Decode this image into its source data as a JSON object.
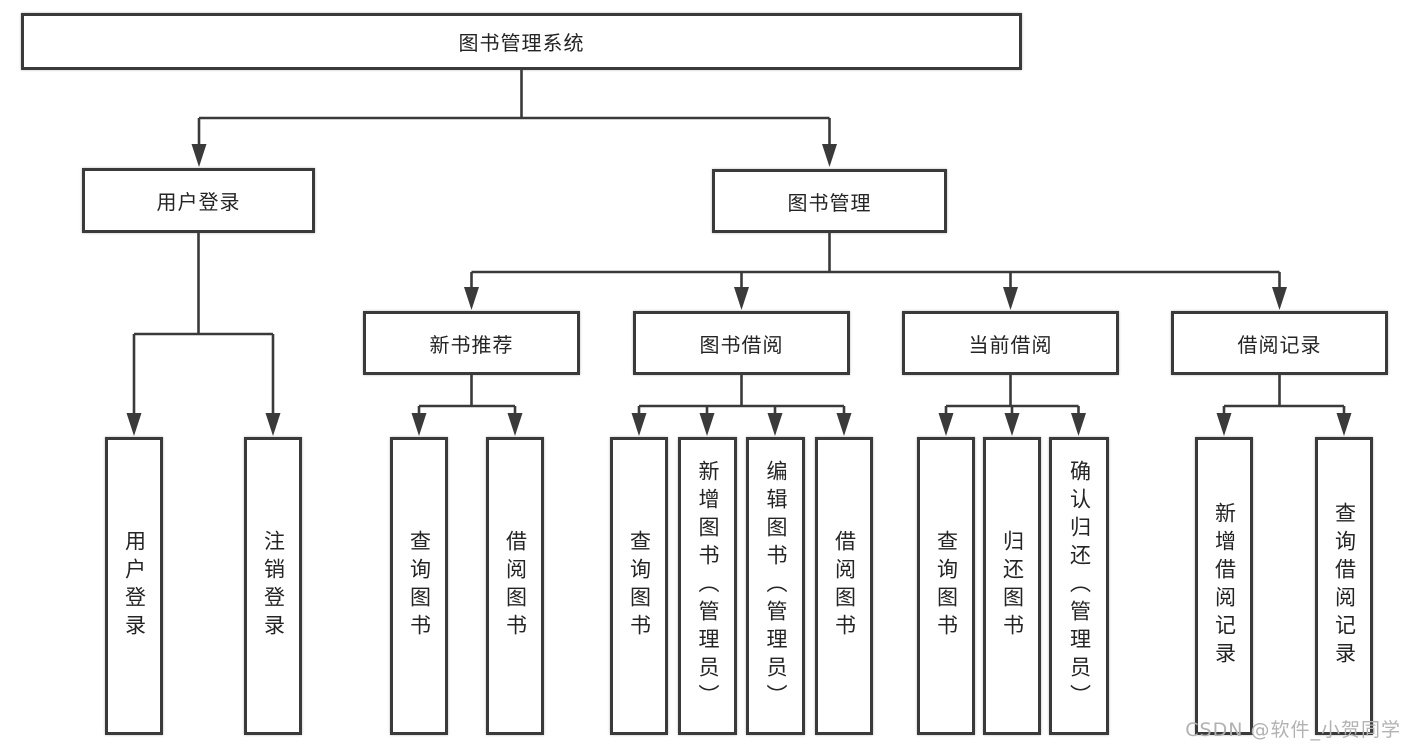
{
  "diagram": {
    "root": {
      "label": "图书管理系统"
    },
    "level2": [
      {
        "id": "user-login",
        "label": "用户登录"
      },
      {
        "id": "book-management",
        "label": "图书管理"
      }
    ],
    "level3": [
      {
        "id": "new-book-recommend",
        "label": "新书推荐"
      },
      {
        "id": "book-borrowing",
        "label": "图书借阅"
      },
      {
        "id": "current-borrowing",
        "label": "当前借阅"
      },
      {
        "id": "borrowing-records",
        "label": "借阅记录"
      }
    ],
    "leaves": [
      {
        "parent": "user-login",
        "label": "用户登录"
      },
      {
        "parent": "user-login",
        "label": "注销登录"
      },
      {
        "parent": "new-book-recommend",
        "label": "查询图书"
      },
      {
        "parent": "new-book-recommend",
        "label": "借阅图书"
      },
      {
        "parent": "book-borrowing",
        "label": "查询图书"
      },
      {
        "parent": "book-borrowing",
        "label": "新增图书（管理员）"
      },
      {
        "parent": "book-borrowing",
        "label": "编辑图书（管理员）"
      },
      {
        "parent": "book-borrowing",
        "label": "借阅图书"
      },
      {
        "parent": "current-borrowing",
        "label": "查询图书"
      },
      {
        "parent": "current-borrowing",
        "label": "归还图书"
      },
      {
        "parent": "current-borrowing",
        "label": "确认归还（管理员）"
      },
      {
        "parent": "borrowing-records",
        "label": "新增借阅记录"
      },
      {
        "parent": "borrowing-records",
        "label": "查询借阅记录"
      }
    ],
    "watermark": "CSDN @软件_小贺同学",
    "colors": {
      "line": "#3a3a3a",
      "text": "#242424",
      "box_fill": "#ffffff",
      "watermark": "#b2b2b2",
      "background": "#ffffff"
    }
  }
}
